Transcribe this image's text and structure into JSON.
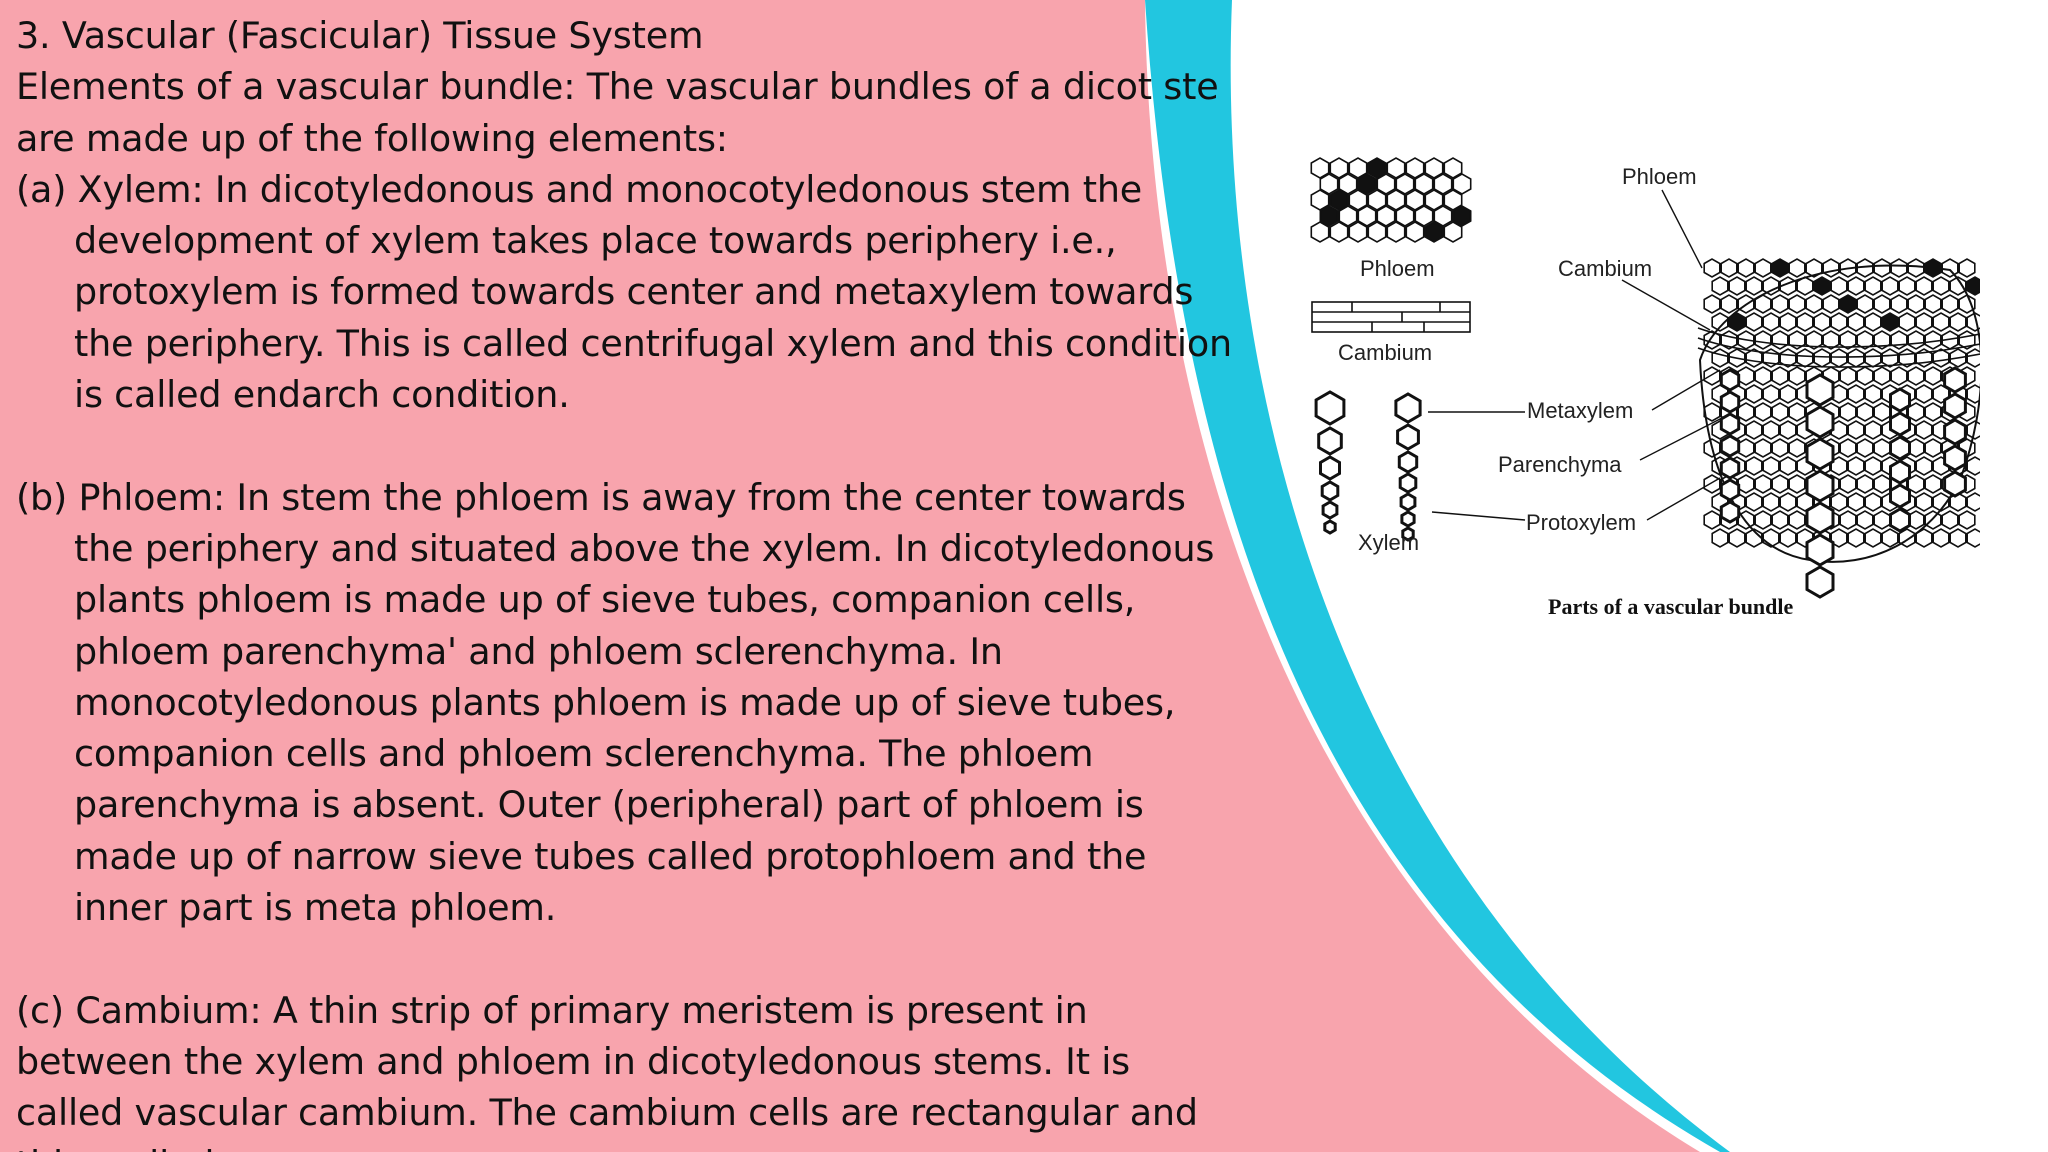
{
  "slide": {
    "colors": {
      "pink_panel": "#f8a4ad",
      "cyan_accent": "#22c6e0",
      "white_panel": "#ffffff",
      "text": "#111111"
    }
  },
  "content": {
    "title": "3. Vascular (Fascicular) Tissue System",
    "intro": [
      "Elements of a vascular bundle: The vascular bundles of a dicot ste",
      "are made up of the following elements:"
    ],
    "xylem": {
      "first": "(a) Xylem: In dicotyledonous and monocotyledonous stem the",
      "rest": [
        "development of xylem takes place towards periphery i.e.,",
        "protoxylem is formed towards center and metaxylem towards",
        "the periphery. This is called centrifugal xylem and this condition",
        "is called endarch condition."
      ]
    },
    "phloem": {
      "first": "(b) Phloem: In stem the phloem is away from the center towards",
      "rest": [
        "the periphery and situated above the xylem. In dicotyledonous",
        "plants phloem is made up of sieve tubes, companion cells,",
        "phloem parenchyma' and phloem sclerenchyma. In",
        "monocotyledonous plants phloem is made up of sieve tubes,",
        "companion cells and phloem sclerenchyma. The phloem",
        "parenchyma is absent. Outer (peripheral) part of phloem is",
        "made up of narrow sieve tubes called protophloem and the",
        "inner part is meta phloem."
      ]
    },
    "cambium": [
      "(c) Cambium: A thin strip of primary meristem is present in",
      "between the xylem and phloem in dicotyledonous stems. It is",
      "called vascular cambium. The cambium cells are rectangular and",
      "thin walled"
    ]
  },
  "figure": {
    "labels": {
      "phloem_top": "Phloem",
      "phloem_small": "Phloem",
      "cambium_right": "Cambium",
      "cambium_small": "Cambium",
      "metaxylem": "Metaxylem",
      "parenchyma": "Parenchyma",
      "protoxylem": "Protoxylem",
      "xylem": "Xylem"
    },
    "caption": "Parts of a vascular bundle"
  }
}
